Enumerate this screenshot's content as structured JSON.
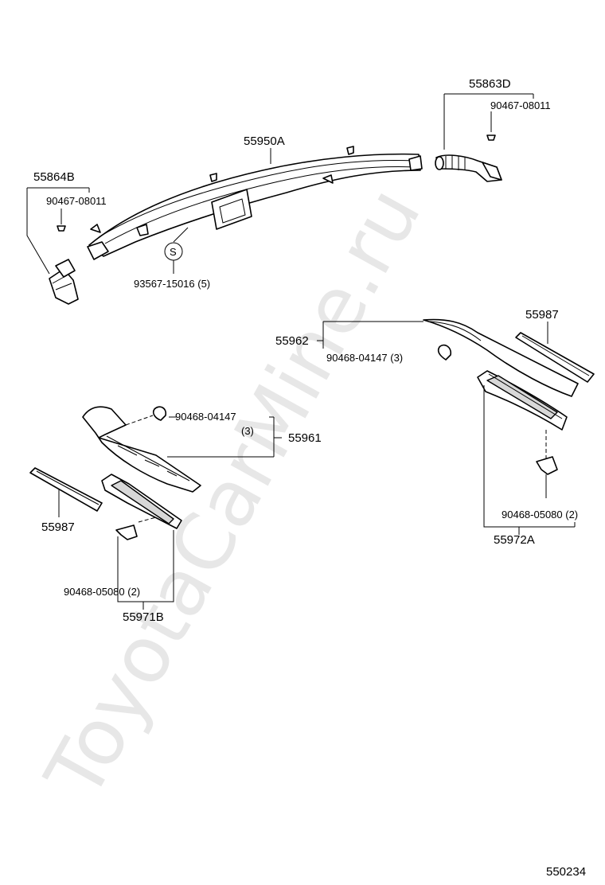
{
  "watermark": "ToyotaCarMine.ru",
  "figure_number": "550234",
  "callouts": {
    "c55863D": "55863D",
    "c90467_right": "90467-08011",
    "c55950A": "55950A",
    "c55864B": "55864B",
    "c90467_left": "90467-08011",
    "c93567": "93567-15016 (5)",
    "screw_symbol": "S",
    "c55962": "55962",
    "c90468_04147_right": "90468-04147 (3)",
    "c55987_right": "55987",
    "c90468_04147_left": "90468-04147",
    "c_qty3": "(3)",
    "c55961": "55961",
    "c55987_left": "55987",
    "c90468_05080_right": "90468-05080 (2)",
    "c55972A": "55972A",
    "c90468_05080_left": "90468-05080 (2)",
    "c55971B": "55971B"
  }
}
